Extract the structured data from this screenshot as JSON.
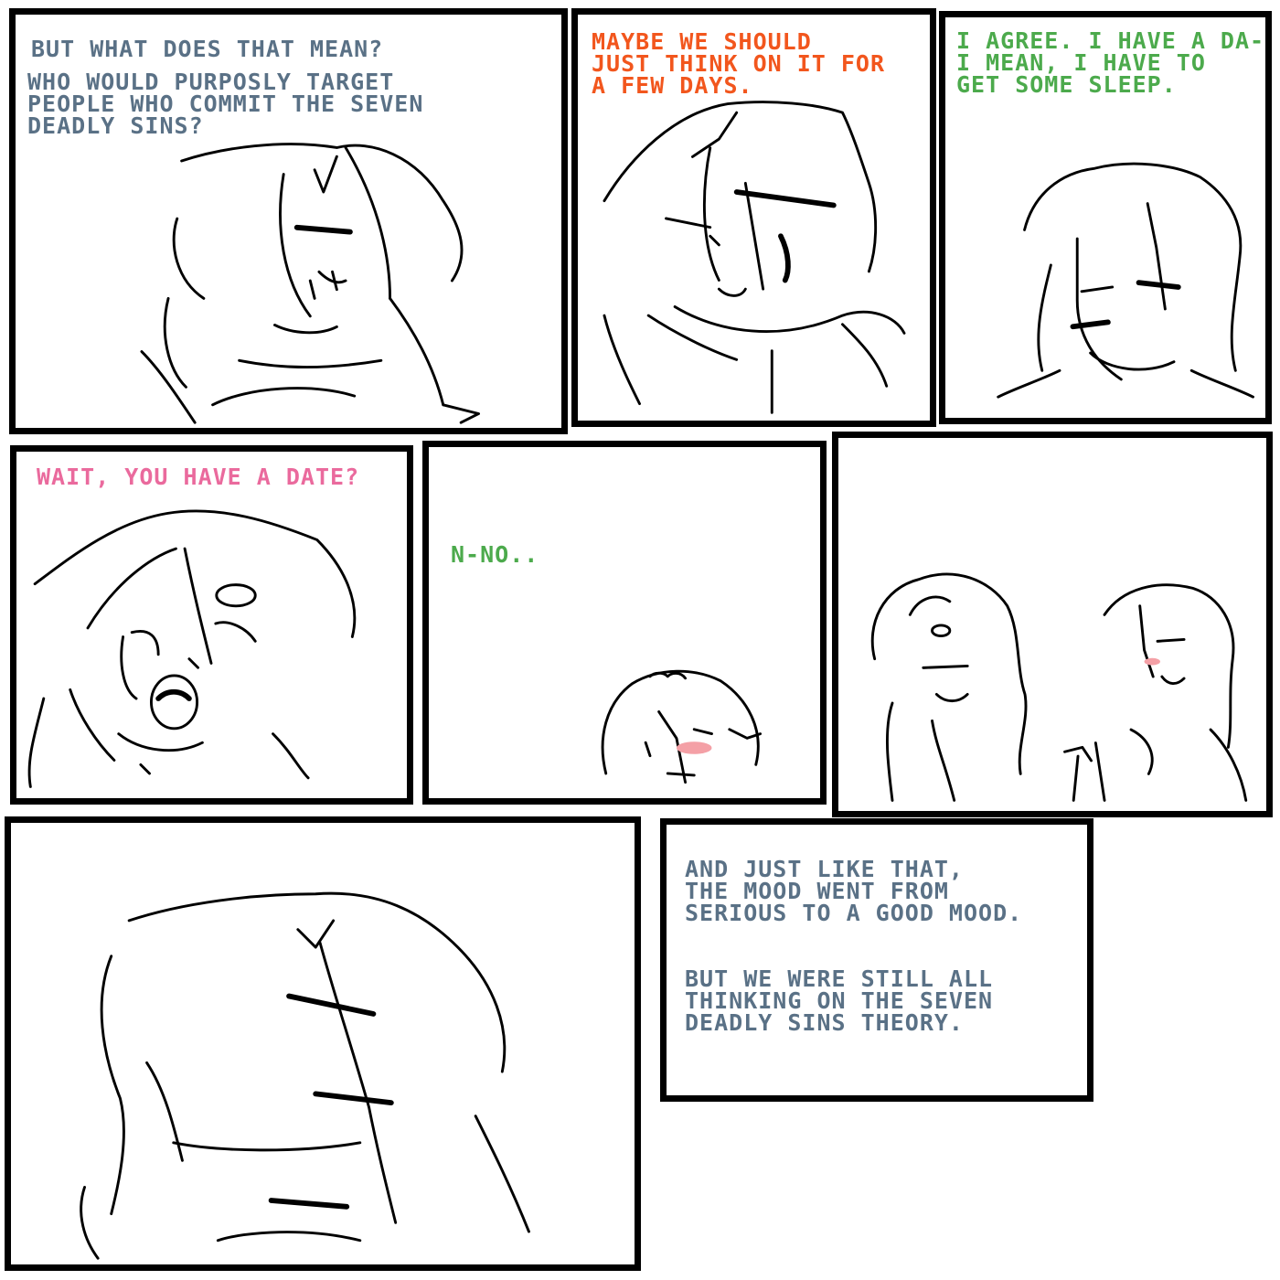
{
  "page": {
    "background": "#ffffff",
    "border_color": "#000000"
  },
  "colors": {
    "narration": "#5a7186",
    "orange_speaker": "#f2561d",
    "green_speaker": "#4caa4c",
    "pink_speaker": "#ea6a9d",
    "blush": "#f4a0a6"
  },
  "panels": [
    {
      "id": "panel-1",
      "lines": [
        "BUT WHAT DOES THAT MEAN?",
        "WHO WOULD PURPOSLY TARGET\nPEOPLE WHO COMMIT THE SEVEN\nDEADLY SINS?"
      ],
      "color": "#5a7186"
    },
    {
      "id": "panel-2",
      "lines": [
        "MAYBE WE SHOULD\nJUST THINK ON IT FOR\nA FEW DAYS."
      ],
      "color": "#f2561d"
    },
    {
      "id": "panel-3",
      "lines": [
        "I AGREE. I HAVE A DA-\nI MEAN, I HAVE TO\nGET SOME SLEEP."
      ],
      "color": "#4caa4c"
    },
    {
      "id": "panel-4",
      "lines": [
        "WAIT, YOU HAVE A DATE?"
      ],
      "color": "#ea6a9d"
    },
    {
      "id": "panel-5",
      "lines": [
        "N-NO.."
      ],
      "color": "#4caa4c"
    },
    {
      "id": "panel-6",
      "lines": []
    },
    {
      "id": "panel-7",
      "lines": []
    },
    {
      "id": "panel-8",
      "lines": [
        "AND JUST LIKE THAT,\nTHE MOOD WENT FROM\nSERIOUS TO A GOOD MOOD.",
        "BUT WE WERE STILL ALL\nTHINKING ON THE SEVEN\nDEADLY SINS THEORY."
      ],
      "color": "#5a7186"
    }
  ]
}
